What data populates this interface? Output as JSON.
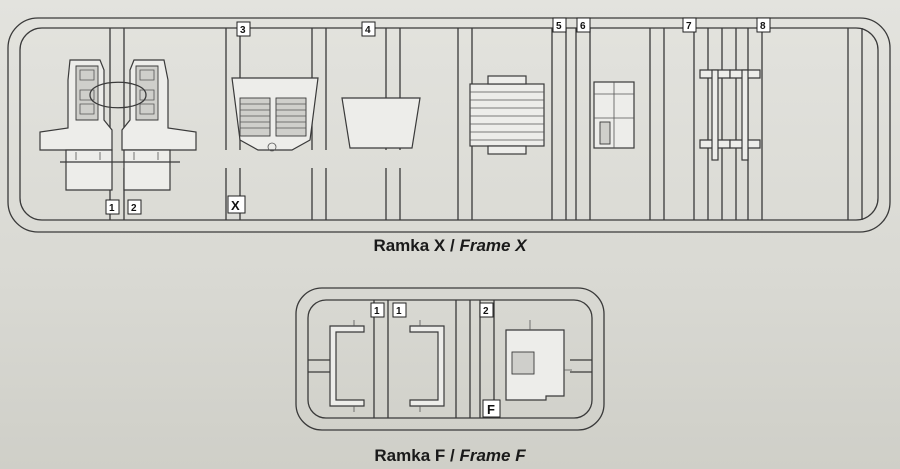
{
  "frame_x": {
    "caption_pl": "Ramka X",
    "separator": " / ",
    "caption_en": "Frame X",
    "frame_letter": "X",
    "part_numbers": [
      "1",
      "2",
      "3",
      "4",
      "5",
      "6",
      "7",
      "8"
    ]
  },
  "frame_f": {
    "caption_pl": "Ramka F",
    "separator": " / ",
    "caption_en": "Frame F",
    "frame_letter": "F",
    "part_numbers": [
      "1",
      "1",
      "2"
    ]
  }
}
